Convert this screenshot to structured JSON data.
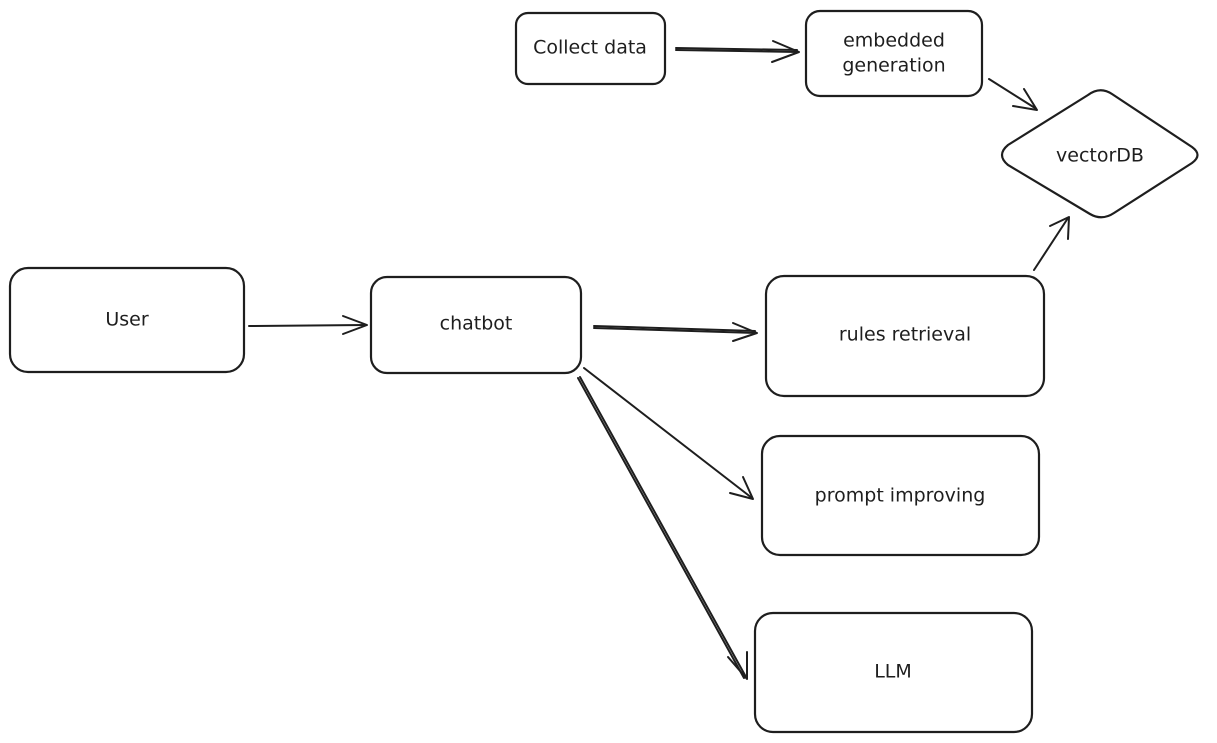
{
  "diagram": {
    "nodes": {
      "collect_data": "Collect data",
      "embedded_generation_line1": "embedded",
      "embedded_generation_line2": "generation",
      "vectordb": "vectorDB",
      "user": "User",
      "chatbot": "chatbot",
      "rules_retrieval": "rules retrieval",
      "prompt_improving": "prompt improving",
      "llm": "LLM"
    },
    "edges": [
      {
        "from": "Collect data",
        "to": "embedded generation"
      },
      {
        "from": "embedded generation",
        "to": "vectorDB"
      },
      {
        "from": "User",
        "to": "chatbot"
      },
      {
        "from": "chatbot",
        "to": "rules retrieval"
      },
      {
        "from": "rules retrieval",
        "to": "vectorDB"
      },
      {
        "from": "chatbot",
        "to": "prompt improving"
      },
      {
        "from": "chatbot",
        "to": "LLM"
      }
    ]
  }
}
